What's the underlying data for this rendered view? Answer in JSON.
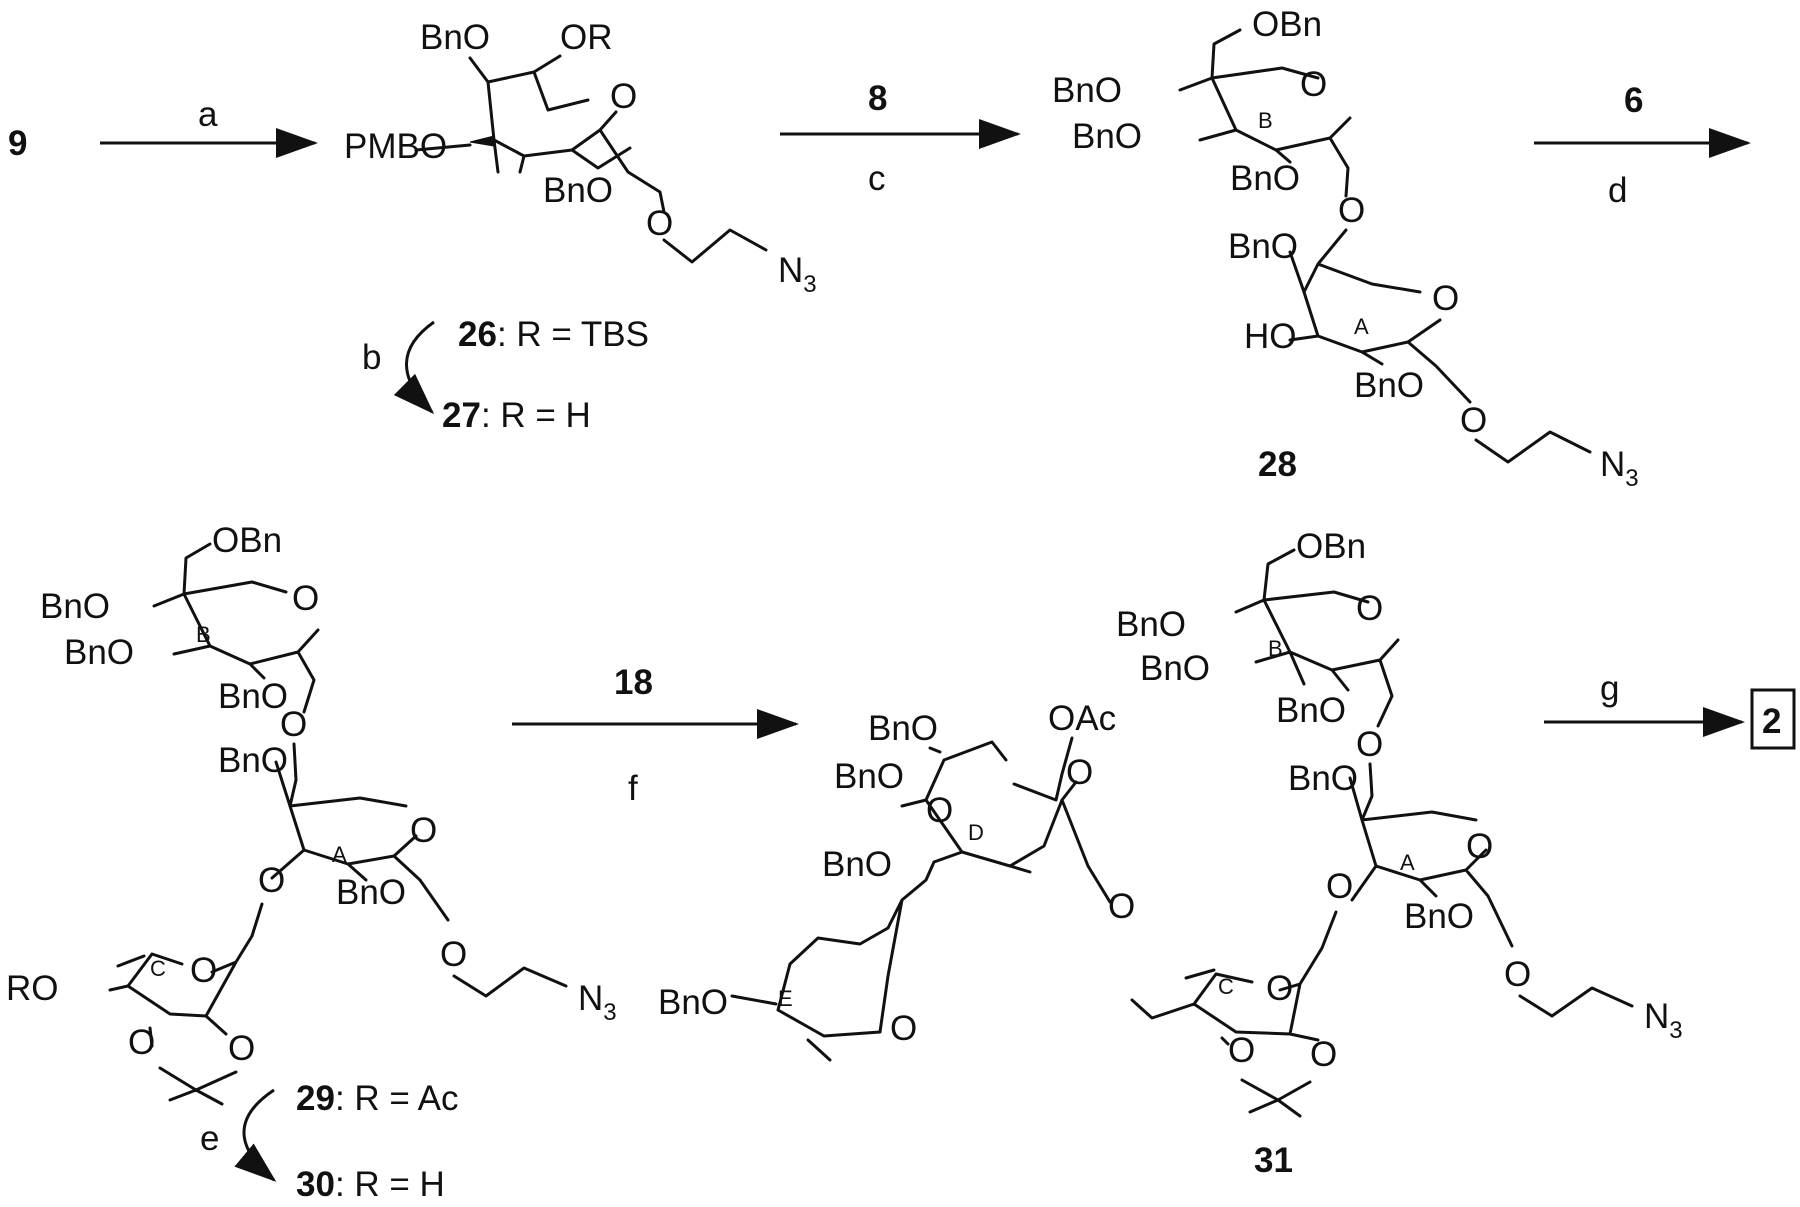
{
  "compounds": {
    "c9": "9",
    "c26": "26",
    "c27": "27",
    "c28": "28",
    "c29": "29",
    "c30": "30",
    "c31": "31",
    "c2": "2"
  },
  "reagents": {
    "a": "a",
    "b": "b",
    "c": "c",
    "d": "d",
    "e": "e",
    "f": "f",
    "g": "g",
    "r8": "8",
    "r6": "6",
    "r18": "18"
  },
  "definitions": {
    "d26": ": R = TBS",
    "d27": ": R = H",
    "d29": ": R = Ac",
    "d30": ": R = H"
  },
  "groups": {
    "OBn": "OBn",
    "BnO": "BnO",
    "OR": "OR",
    "RO": "RO",
    "PMBO": "PMBO",
    "HO": "HO",
    "OAc": "OAc",
    "O": "O",
    "N": "N",
    "sub3": "3"
  },
  "rings": {
    "A": "A",
    "B": "B",
    "C": "C",
    "D": "D",
    "E": "E"
  }
}
